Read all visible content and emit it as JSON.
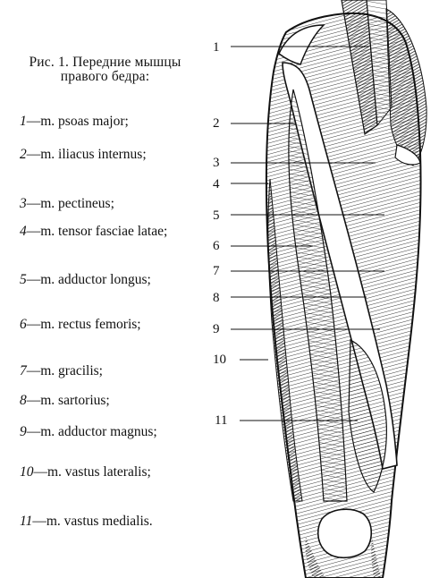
{
  "caption": "Рис. 1. Передние мышцы правого бедра:",
  "legend": [
    {
      "num": "1",
      "text": "m. psoas major;"
    },
    {
      "num": "2",
      "text": "m. iliacus internus;"
    },
    {
      "num": "3",
      "text": "m. pectineus;"
    },
    {
      "num": "4",
      "text": "m. tensor fasciae latae;"
    },
    {
      "num": "5",
      "text": "m. adductor longus;"
    },
    {
      "num": "6",
      "text": "m. rectus femoris;"
    },
    {
      "num": "7",
      "text": "m. gracilis;"
    },
    {
      "num": "8",
      "text": "m. sartorius;"
    },
    {
      "num": "9",
      "text": "m. adductor magnus;"
    },
    {
      "num": "10",
      "text": "m. vastus lateralis;"
    },
    {
      "num": "11",
      "text": "m. vastus medialis."
    }
  ],
  "figure_labels": [
    "1",
    "2",
    "3",
    "4",
    "5",
    "6",
    "7",
    "8",
    "9",
    "10",
    "11"
  ]
}
